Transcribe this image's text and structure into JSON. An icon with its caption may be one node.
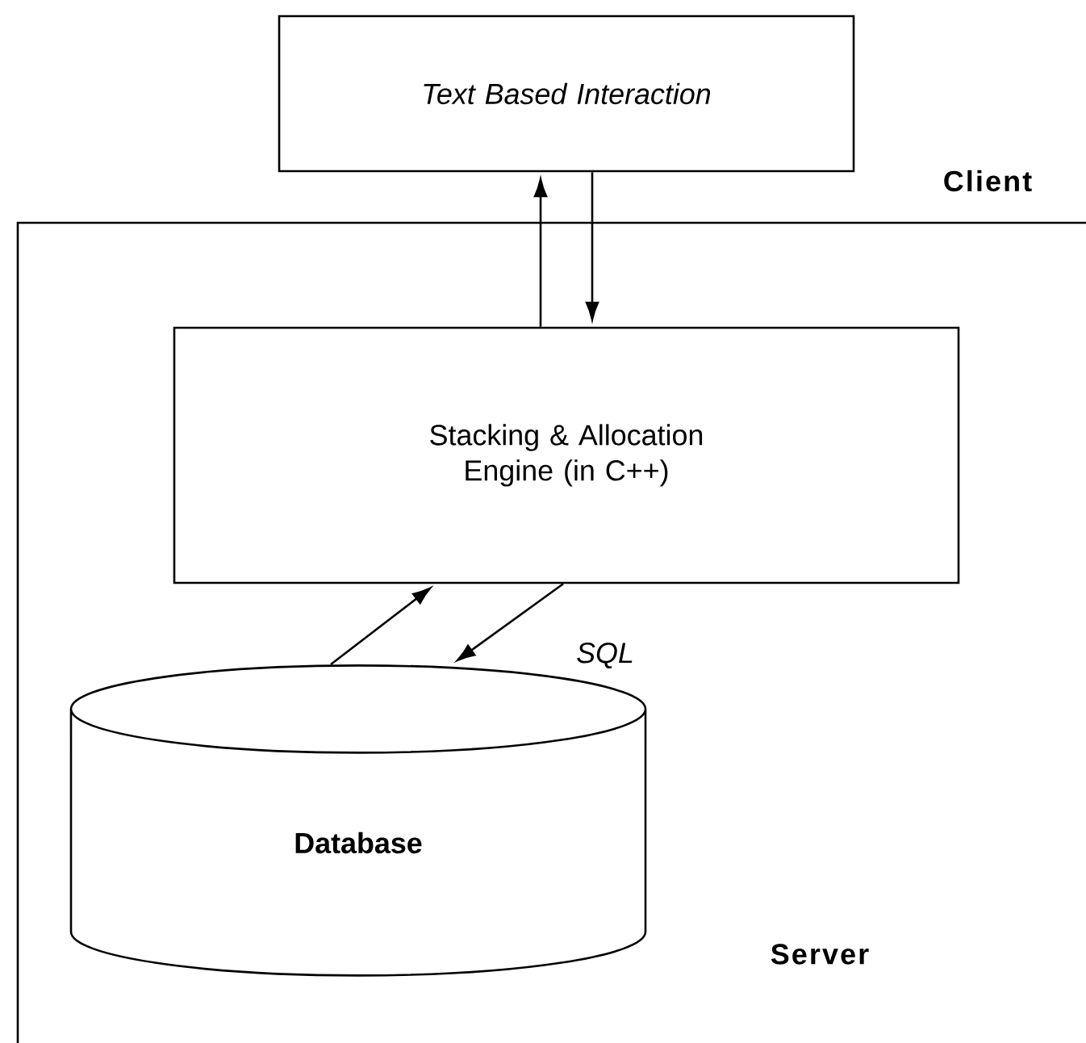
{
  "diagram": {
    "nodes": [
      {
        "text": [
          "Text Based Interaction"
        ]
      },
      {
        "text": [
          "Stacking & Allocation Engine (in C++)"
        ]
      },
      {
        "text": [
          "Database"
        ]
      }
    ],
    "edges": [
      {
        "from": 1,
        "to": 0,
        "arrow": "to"
      },
      {
        "from": 0,
        "to": 1,
        "arrow": "to"
      },
      {
        "from": 2,
        "to": 1,
        "arrow": "to"
      },
      {
        "from": 1,
        "to": 2,
        "arrow": "to",
        "label": "SQL"
      }
    ],
    "labels": [
      "Client",
      "Server"
    ]
  }
}
